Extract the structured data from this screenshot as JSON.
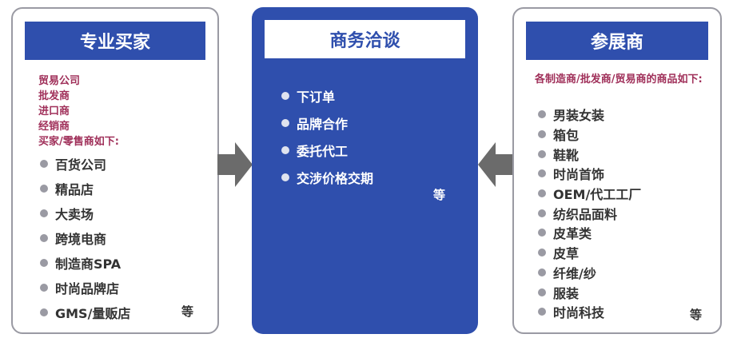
{
  "left": {
    "title": "专业买家",
    "intro": [
      "贸易公司",
      "批发商",
      "进口商",
      "经销商",
      "买家/零售商如下:"
    ],
    "items": [
      "百货公司",
      "精品店",
      "大卖场",
      "跨境电商",
      "制造商SPA",
      "时尚品牌店",
      "GMS/量贩店"
    ],
    "etc": "等"
  },
  "center": {
    "title": "商务洽谈",
    "items": [
      "下订单",
      "品牌合作",
      "委托代工",
      "交涉价格交期"
    ],
    "etc": "等"
  },
  "right": {
    "title": "参展商",
    "intro": "各制造商/批发商/贸易商的商品如下:",
    "items": [
      "男装女装",
      "箱包",
      "鞋靴",
      "时尚首饰",
      "OEM/代工工厂",
      "纺织品面料",
      "皮革类",
      "皮草",
      "纤维/纱",
      "服装",
      "时尚科技"
    ],
    "etc": "等"
  },
  "colors": {
    "primary_blue": "#2f4fad",
    "accent_text": "#a0305a",
    "arrow_gray": "#6b6b6b",
    "border_gray": "#9a9aa3"
  },
  "icons": {
    "flow_arrow": "arrow-right-icon",
    "reverse_arrow": "arrow-left-icon",
    "bullet": "bullet-dot"
  }
}
